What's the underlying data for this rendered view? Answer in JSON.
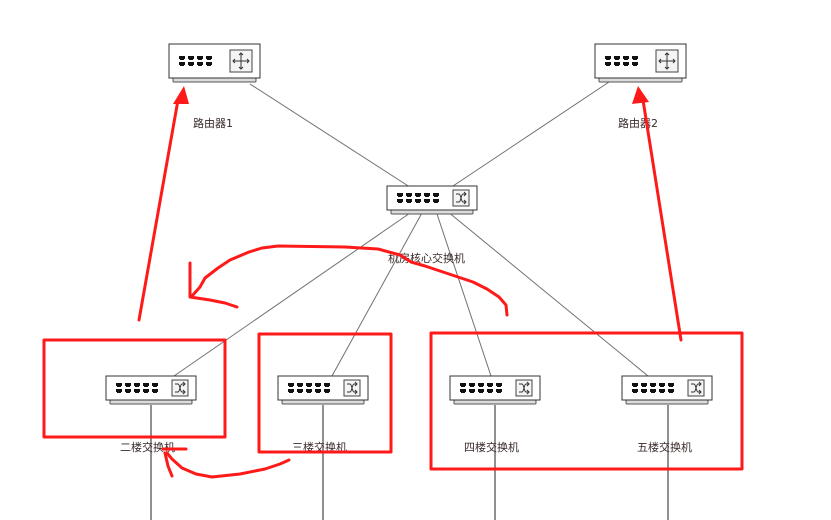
{
  "diagram": {
    "type": "network-topology",
    "devices": [
      {
        "id": "router1",
        "kind": "router",
        "label": "路由器1"
      },
      {
        "id": "router2",
        "kind": "router",
        "label": "路由器2"
      },
      {
        "id": "core",
        "kind": "switch",
        "label": "机房核心交换机"
      },
      {
        "id": "sw2",
        "kind": "switch",
        "label": "二楼交换机"
      },
      {
        "id": "sw3",
        "kind": "switch",
        "label": "三楼交换机"
      },
      {
        "id": "sw4",
        "kind": "switch",
        "label": "四楼交换机"
      },
      {
        "id": "sw5",
        "kind": "switch",
        "label": "五楼交换机"
      }
    ],
    "links": [
      {
        "from": "router1",
        "to": "core"
      },
      {
        "from": "router2",
        "to": "core"
      },
      {
        "from": "core",
        "to": "sw2"
      },
      {
        "from": "core",
        "to": "sw3"
      },
      {
        "from": "core",
        "to": "sw4"
      },
      {
        "from": "core",
        "to": "sw5"
      }
    ],
    "annotations": {
      "color": "#ff1a1a",
      "highlight_groups": [
        {
          "name": "group-floor2",
          "members": [
            "sw2"
          ]
        },
        {
          "name": "group-floor3",
          "members": [
            "sw3"
          ]
        },
        {
          "name": "group-floor4-5",
          "members": [
            "sw4",
            "sw5"
          ]
        }
      ],
      "arrows": [
        {
          "name": "arrow-floor2-to-router1",
          "from": "sw2",
          "to": "router1"
        },
        {
          "name": "arrow-floor4-5-to-router2",
          "from": "sw4-5-group",
          "to": "router2"
        },
        {
          "name": "curve-arrow-core-to-left"
        },
        {
          "name": "curve-arrow-floor3-to-floor2"
        }
      ]
    }
  }
}
